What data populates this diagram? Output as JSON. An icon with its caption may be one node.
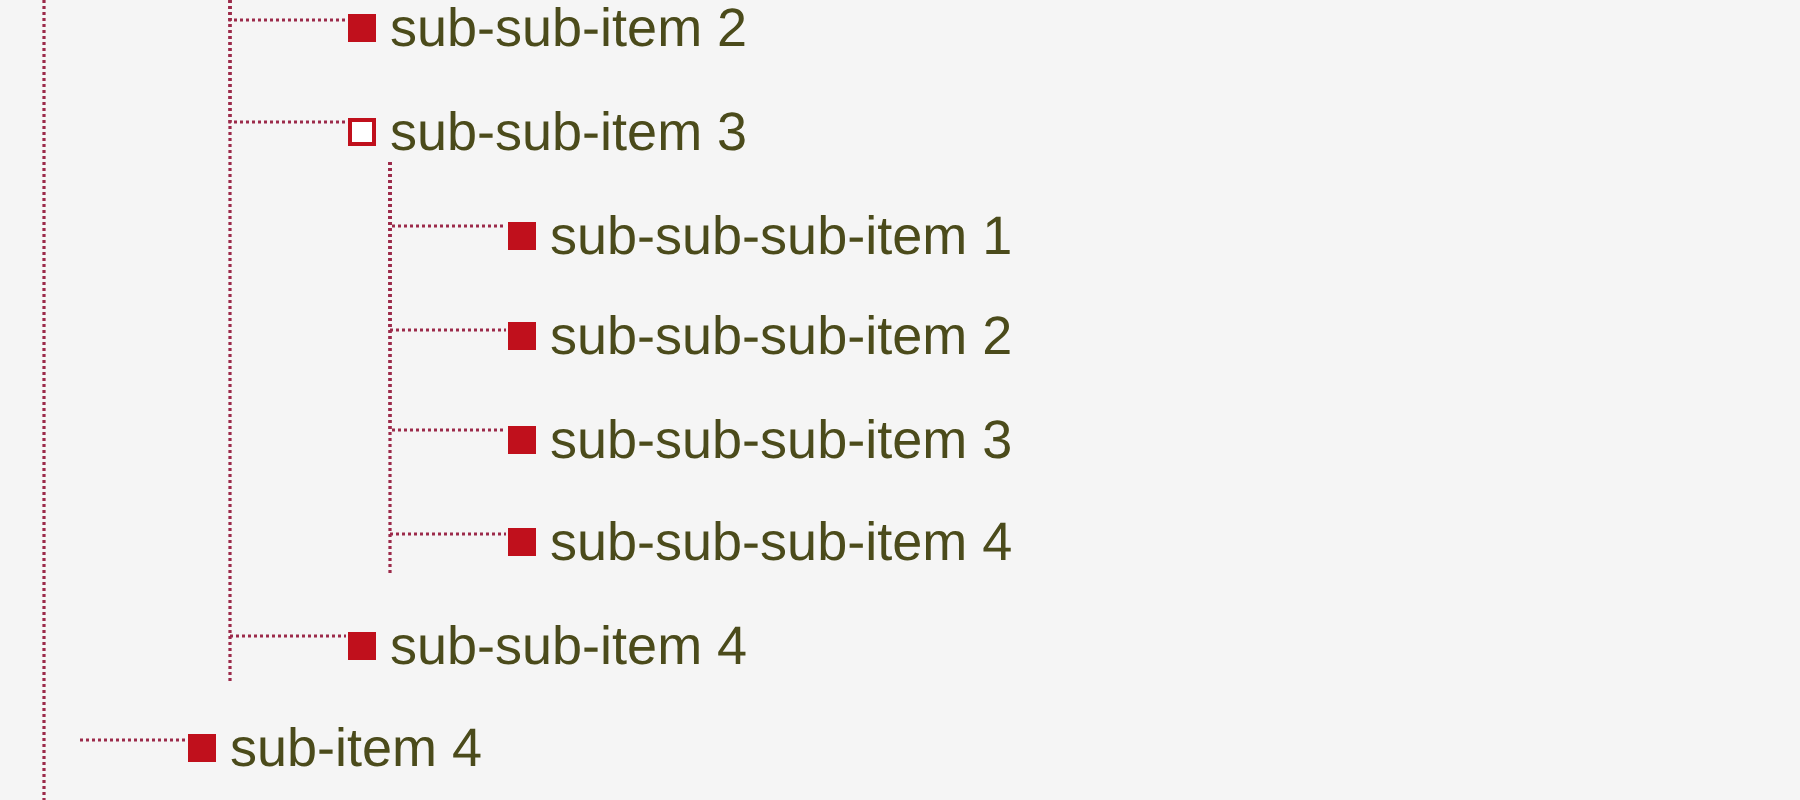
{
  "diagram": {
    "nodes": [
      {
        "text": [
          "sub-sub-item 2"
        ]
      },
      {
        "text": [
          "sub-sub-item 3"
        ]
      },
      {
        "text": [
          "sub-sub-sub-item 1"
        ]
      },
      {
        "text": [
          "sub-sub-sub-item 2"
        ]
      },
      {
        "text": [
          "sub-sub-sub-item 3"
        ]
      },
      {
        "text": [
          "sub-sub-sub-item 4"
        ]
      },
      {
        "text": [
          "sub-sub-item 4"
        ]
      },
      {
        "text": [
          "sub-item 4"
        ]
      }
    ],
    "edges": [
      {
        "from": null,
        "to": 0,
        "arrow": "none"
      },
      {
        "from": null,
        "to": 1,
        "arrow": "none"
      },
      {
        "from": 1,
        "to": 2,
        "arrow": "none"
      },
      {
        "from": 1,
        "to": 3,
        "arrow": "none"
      },
      {
        "from": 1,
        "to": 4,
        "arrow": "none"
      },
      {
        "from": 1,
        "to": 5,
        "arrow": "none"
      },
      {
        "from": null,
        "to": 6,
        "arrow": "none"
      },
      {
        "from": null,
        "to": 7,
        "arrow": "none"
      }
    ]
  }
}
